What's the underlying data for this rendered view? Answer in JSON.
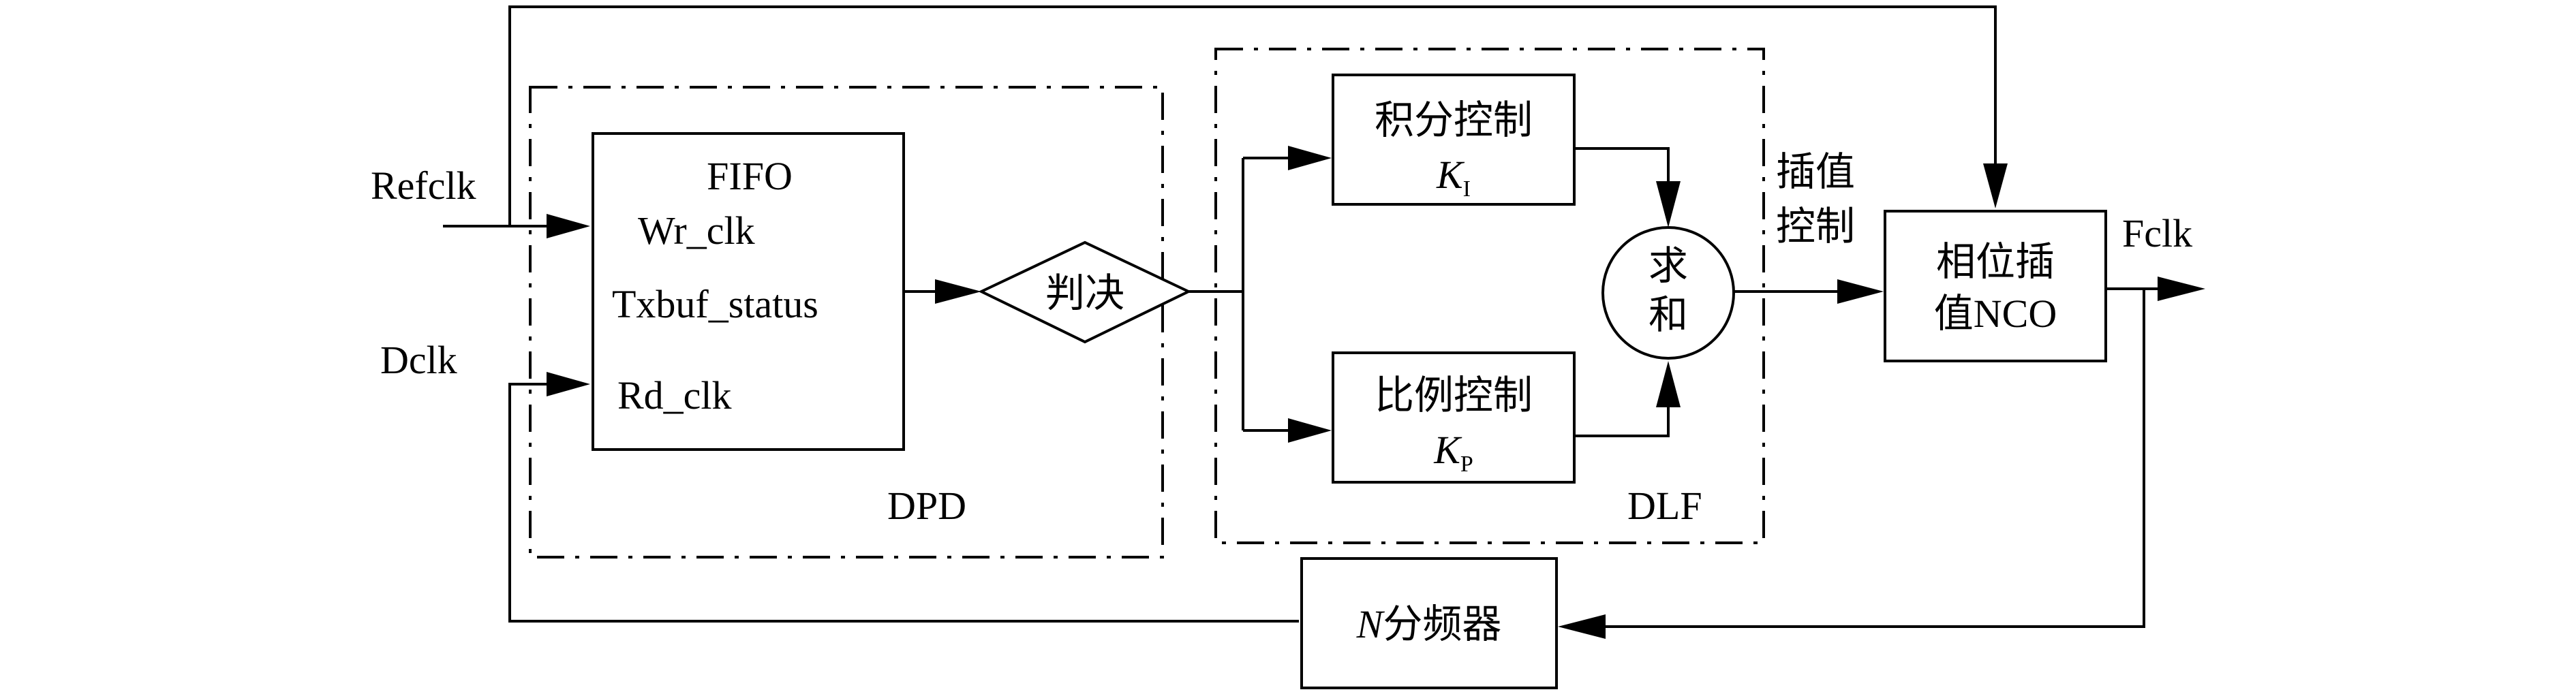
{
  "inputs": {
    "refclk": "Refclk",
    "dclk": "Dclk"
  },
  "fifo": {
    "title": "FIFO",
    "wr_clk": "Wr_clk",
    "txbuf_status": "Txbuf_status",
    "rd_clk": "Rd_clk"
  },
  "decision": {
    "label": "判决"
  },
  "dpd": {
    "label": "DPD"
  },
  "dlf": {
    "label": "DLF"
  },
  "integral": {
    "label": "积分控制",
    "k": "K",
    "k_sub": "I"
  },
  "proportional": {
    "label": "比例控制",
    "k": "K",
    "k_sub": "P"
  },
  "sum": {
    "line1": "求",
    "line2": "和"
  },
  "interp_control": {
    "line1": "插值",
    "line2": "控制"
  },
  "nco": {
    "line1": "相位插",
    "line2": "值NCO"
  },
  "output": {
    "fclk": "Fclk"
  },
  "divider": {
    "n": "N",
    "label": "分频器"
  }
}
